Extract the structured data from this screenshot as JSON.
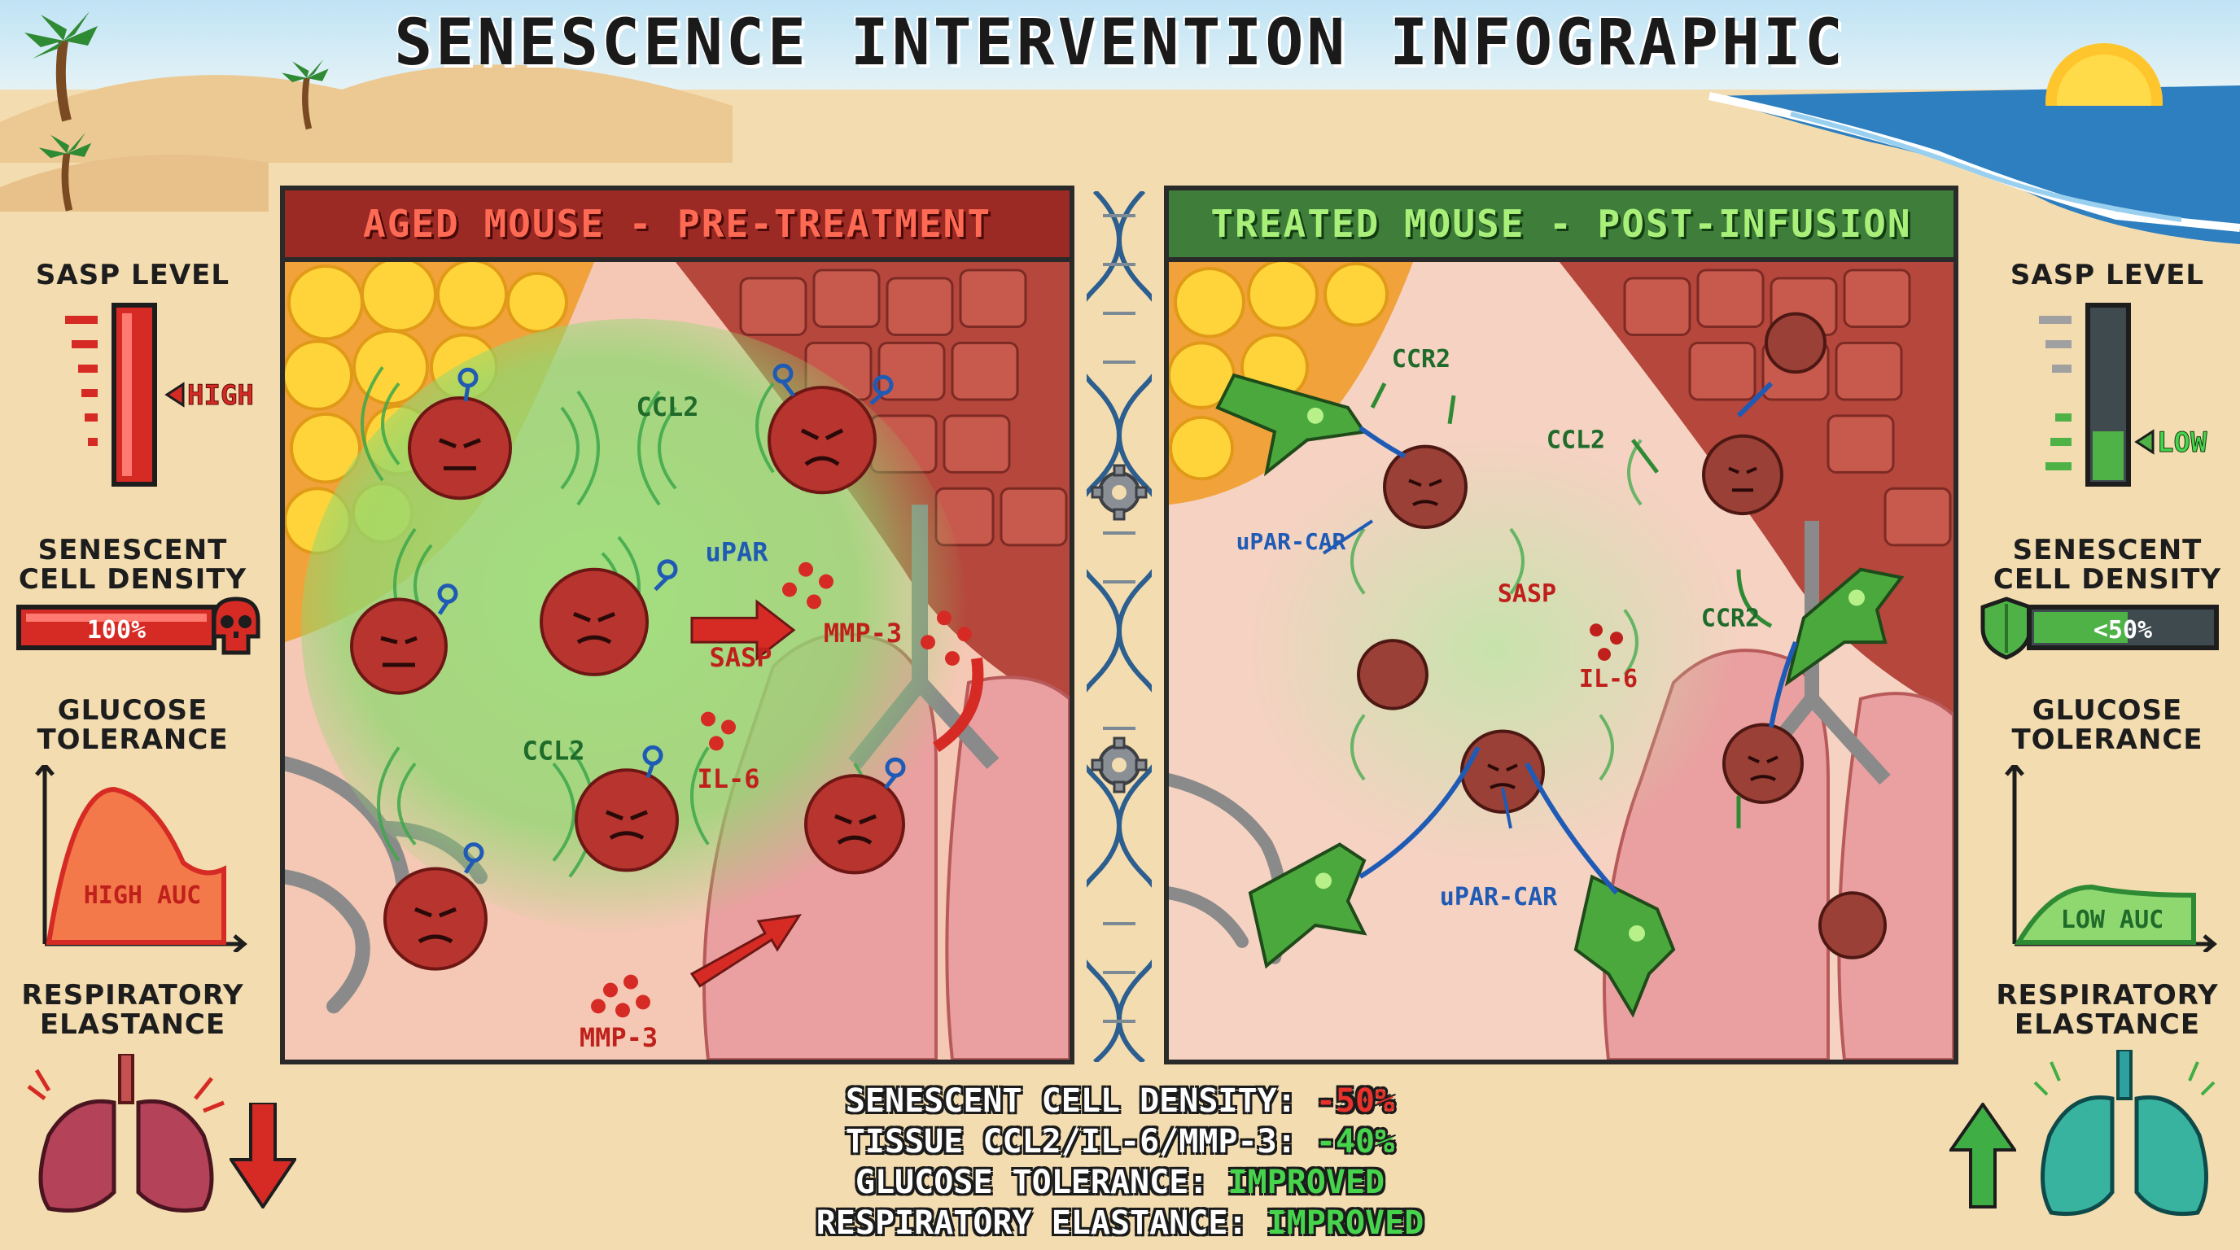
{
  "title": "SENESCENCE INTERVENTION INFOGRAPHIC",
  "panels": {
    "left": {
      "banner": "AGED MOUSE - PRE-TREATMENT",
      "labels": {
        "ccl2_top": "CCL2",
        "upar": "uPAR",
        "sasp": "SASP",
        "mmp3_mid": "MMP-3",
        "ccl2_mid": "CCL2",
        "il6": "IL-6",
        "mmp3_bottom": "MMP-3"
      }
    },
    "right": {
      "banner": "TREATED MOUSE - POST-INFUSION",
      "labels": {
        "ccr2_top": "CCR2",
        "ccl2": "CCL2",
        "upar_car_left": "uPAR-CAR",
        "sasp": "SASP",
        "ccr2_right": "CCR2",
        "il6": "IL-6",
        "upar_car_bottom": "uPAR-CAR"
      }
    }
  },
  "metrics_left": {
    "sasp_label": "SASP LEVEL",
    "sasp_value": "HIGH",
    "density_label": "SENESCENT CELL DENSITY",
    "density_value": "100%",
    "glucose_label": "GLUCOSE TOLERANCE",
    "glucose_value": "HIGH AUC",
    "resp_label": "RESPIRATORY ELASTANCE"
  },
  "metrics_right": {
    "sasp_label": "SASP LEVEL",
    "sasp_value": "LOW",
    "density_label": "SENESCENT CELL DENSITY",
    "density_value": "<50%",
    "glucose_label": "GLUCOSE TOLERANCE",
    "glucose_value": "LOW AUC",
    "resp_label": "RESPIRATORY ELASTANCE"
  },
  "summary": [
    {
      "label": "SENESCENT CELL DENSITY:",
      "value": "-50%",
      "tone": "red"
    },
    {
      "label": "TISSUE CCL2/IL-6/MMP-3:",
      "value": "-40%",
      "tone": "green"
    },
    {
      "label": "GLUCOSE TOLERANCE:",
      "value": "IMPROVED",
      "tone": "green"
    },
    {
      "label": "RESPIRATORY ELASTANCE:",
      "value": "IMPROVED",
      "tone": "green"
    }
  ],
  "colors": {
    "sand": "#f3ddb0",
    "aged_red": "#9b2a25",
    "treated_green": "#3e7e3a",
    "sasp_glow": "#7fd36a",
    "cell_red": "#b8342e",
    "car_t_green": "#4aa83c"
  },
  "icons": [
    "palm-tree-icon",
    "sun-icon",
    "skull-icon",
    "shield-icon",
    "dna-helix-icon",
    "gear-icon",
    "lung-icon",
    "rocket-ship-icon",
    "arrow-up-icon",
    "arrow-down-icon"
  ]
}
